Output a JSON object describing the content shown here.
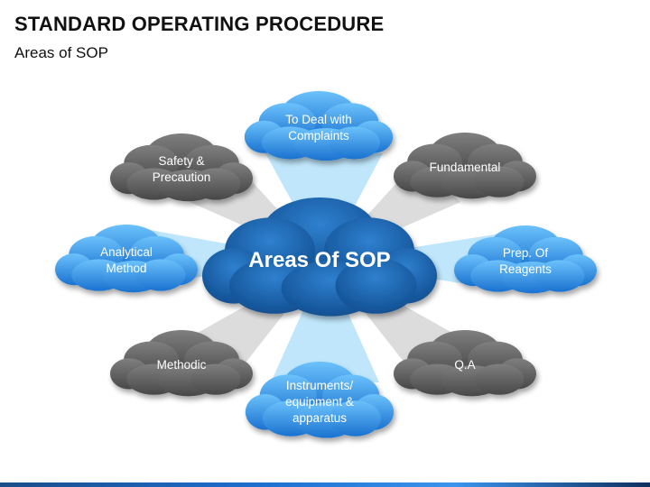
{
  "header": {
    "title": "STANDARD OPERATING PROCEDURE",
    "subtitle": "Areas of SOP"
  },
  "center": {
    "label": "Areas Of SOP",
    "color": "#1c63ad"
  },
  "clouds": [
    {
      "id": "complaints",
      "label": "To Deal with\nComplaints",
      "style": "blue"
    },
    {
      "id": "safety",
      "label": "Safety &\nPrecaution",
      "style": "gray"
    },
    {
      "id": "fundamental",
      "label": "Fundamental",
      "style": "gray"
    },
    {
      "id": "analytical",
      "label": "Analytical\nMethod",
      "style": "blue"
    },
    {
      "id": "reagents",
      "label": "Prep. Of\nReagents",
      "style": "blue"
    },
    {
      "id": "methodic",
      "label": "Methodic",
      "style": "gray"
    },
    {
      "id": "qa",
      "label": "Q.A",
      "style": "gray"
    },
    {
      "id": "instruments",
      "label": "Instruments/\nequipment &\napparatus",
      "style": "blue"
    }
  ],
  "colors": {
    "blue_light": "#5ab4f5",
    "blue_dark": "#1774d3",
    "gray_light": "#777777",
    "gray_dark": "#4f4f4f",
    "ray_blue": "#bfe6fb",
    "ray_gray": "#dcdcdc"
  }
}
